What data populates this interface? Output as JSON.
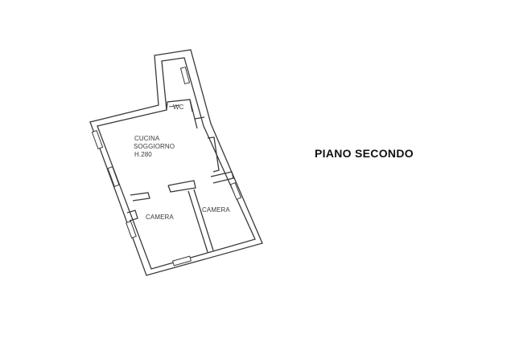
{
  "floor_title": "PIANO SECONDO",
  "rooms": {
    "wc": "WC",
    "living_line1": "CUCINA",
    "living_line2": "SOGGIORNO",
    "living_height": "H.280",
    "bedroom_left": "CAMERA",
    "bedroom_right": "CAMERA"
  },
  "colors": {
    "line": "#3a3a3a",
    "title": "#111111",
    "background": "#ffffff"
  }
}
